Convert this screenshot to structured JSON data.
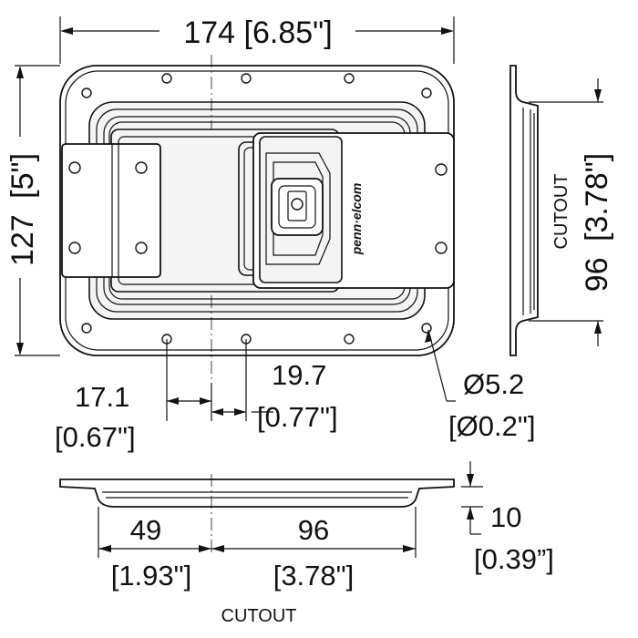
{
  "dimensions": {
    "width_total": "174 [6.85\"]",
    "height_total_mm": "127",
    "height_total_in": "[5\"]",
    "hole_left_offset_mm": "17.1",
    "hole_left_offset_in": "[0.67\"]",
    "hole_center_offset_mm": "19.7",
    "hole_center_offset_in": "[0.77\"]",
    "hole_diameter_mm": "Ø5.2",
    "hole_diameter_in": "[Ø0.2\"]",
    "side_cutout_label": "CUTOUT",
    "side_cutout_mm": "96",
    "side_cutout_in": "[3.78\"]",
    "bottom_left_mm": "49",
    "bottom_left_in": "[1.93\"]",
    "bottom_right_mm": "96",
    "bottom_right_in": "[3.78\"]",
    "depth_mm": "10",
    "depth_in": "[0.39”]",
    "bottom_cutout_label": "CUTOUT"
  },
  "branding": {
    "logo_text": "penn·elcom"
  },
  "colors": {
    "line": "#111111",
    "metal": "#f4f4f4"
  }
}
